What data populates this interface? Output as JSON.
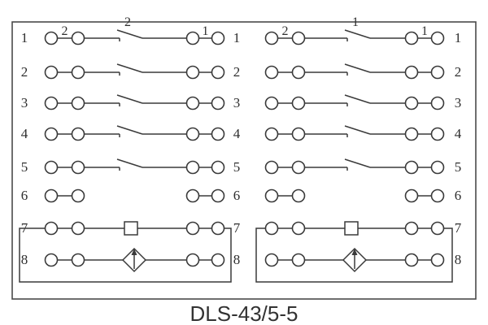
{
  "title": "DLS-43/5-5",
  "panels": [
    {
      "name": "left-unit",
      "left_labels": [
        "1",
        "2",
        "3",
        "4",
        "5",
        "6",
        "7",
        "8"
      ],
      "right_labels": [
        "1",
        "2",
        "3",
        "4",
        "5",
        "6",
        "7",
        "8"
      ],
      "top_labels": {
        "left_pair": "2",
        "contact": "2",
        "right_pair": "1"
      }
    },
    {
      "name": "right-unit",
      "left_labels": [],
      "right_labels": [
        "1",
        "2",
        "3",
        "4",
        "5",
        "6",
        "7",
        "8"
      ],
      "top_labels": {
        "left_pair": "2",
        "contact": "1",
        "right_pair": "1"
      }
    }
  ],
  "rows": [
    {
      "number": "1",
      "type": "contact"
    },
    {
      "number": "2",
      "type": "contact"
    },
    {
      "number": "3",
      "type": "contact"
    },
    {
      "number": "4",
      "type": "contact"
    },
    {
      "number": "5",
      "type": "contact"
    },
    {
      "number": "6",
      "type": "open"
    },
    {
      "number": "7",
      "type": "coil"
    },
    {
      "number": "8",
      "type": "rectifier"
    }
  ],
  "colors": {
    "line": "#3a3a3a",
    "text": "#2f2f2f",
    "background": "#ffffff"
  }
}
